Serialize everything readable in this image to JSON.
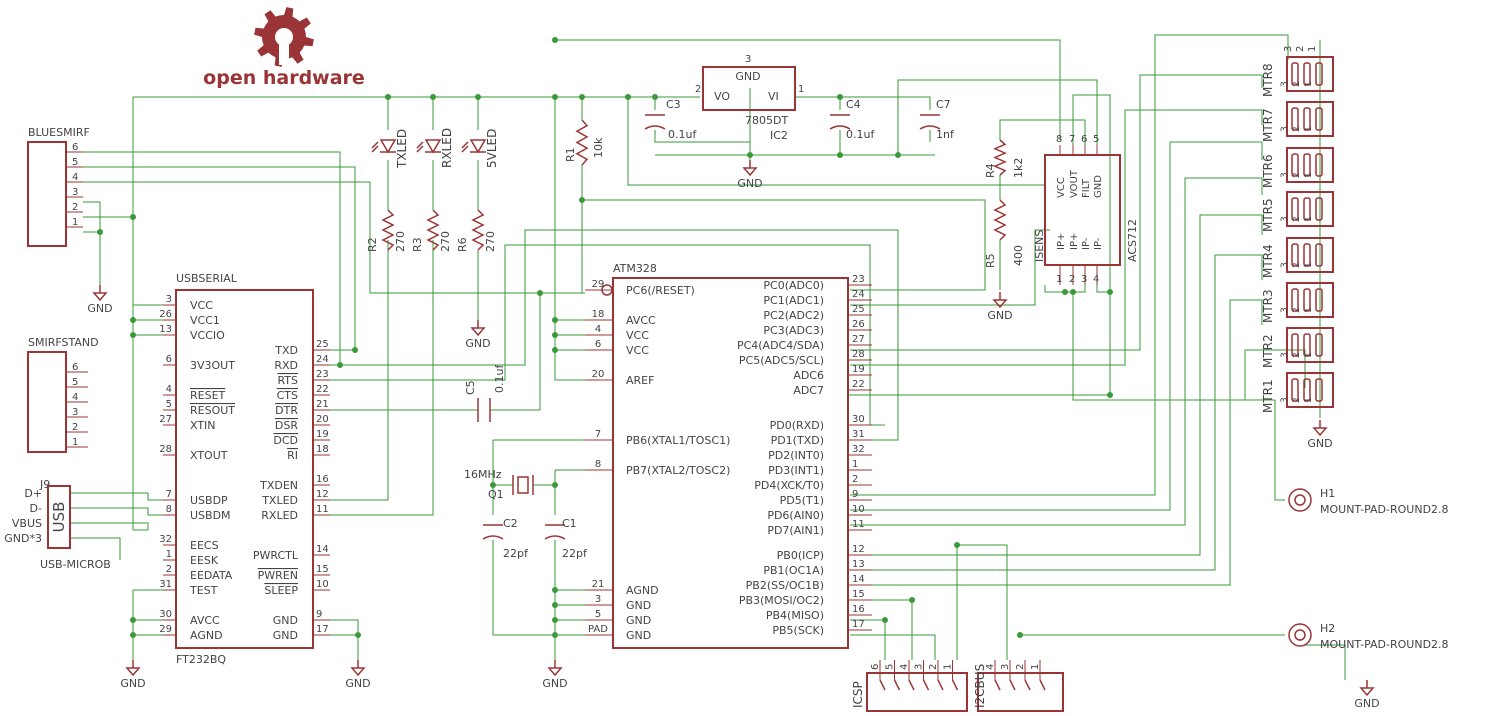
{
  "logo": {
    "text": "open hardware",
    "color": "#9b3436"
  },
  "colors": {
    "wire": "#3a9a3a",
    "part": "#9b3436",
    "text": "#444444"
  },
  "bluesmirf": {
    "name": "BLUESMIRF",
    "pins": [
      "6",
      "5",
      "4",
      "3",
      "2",
      "1"
    ]
  },
  "smirfstand": {
    "name": "SMIRFSTAND",
    "pins": [
      "6",
      "5",
      "4",
      "3",
      "2",
      "1"
    ]
  },
  "j9": {
    "name": "J9",
    "value": "USB-MICROB",
    "body": "USB",
    "pins": [
      "D+",
      "D-",
      "VBUS",
      "GND*3"
    ]
  },
  "ft232": {
    "name": "USBSERIAL",
    "value": "FT232BQ",
    "left": [
      [
        "3",
        "VCC"
      ],
      [
        "26",
        "VCC1"
      ],
      [
        "13",
        "VCCIO"
      ],
      [
        "6",
        "3V3OUT"
      ],
      [
        "4",
        "RESET"
      ],
      [
        "5",
        "RESOUT"
      ],
      [
        "27",
        "XTIN"
      ],
      [
        "28",
        "XTOUT"
      ],
      [
        "7",
        "USBDP"
      ],
      [
        "8",
        "USBDM"
      ],
      [
        "32",
        "EECS"
      ],
      [
        "1",
        "EESK"
      ],
      [
        "2",
        "EEDATA"
      ],
      [
        "31",
        "TEST"
      ],
      [
        "30",
        "AVCC"
      ],
      [
        "29",
        "AGND"
      ]
    ],
    "right": [
      [
        "25",
        "TXD"
      ],
      [
        "24",
        "RXD"
      ],
      [
        "23",
        "RTS"
      ],
      [
        "22",
        "CTS"
      ],
      [
        "21",
        "DTR"
      ],
      [
        "20",
        "DSR"
      ],
      [
        "19",
        "DCD"
      ],
      [
        "18",
        "RI"
      ],
      [
        "16",
        "TXDEN"
      ],
      [
        "12",
        "TXLED"
      ],
      [
        "11",
        "RXLED"
      ],
      [
        "14",
        "PWRCTL"
      ],
      [
        "15",
        "PWREN"
      ],
      [
        "10",
        "SLEEP"
      ],
      [
        "9",
        "GND"
      ],
      [
        "17",
        "GND"
      ]
    ]
  },
  "atm": {
    "name": "ATM328",
    "left": [
      [
        "29",
        "PC6(/RESET)"
      ],
      [
        "18",
        "AVCC"
      ],
      [
        "4",
        "VCC"
      ],
      [
        "6",
        "VCC"
      ],
      [
        "20",
        "AREF"
      ],
      [
        "7",
        "PB6(XTAL1/TOSC1)"
      ],
      [
        "8",
        "PB7(XTAL2/TOSC2)"
      ],
      [
        "21",
        "AGND"
      ],
      [
        "3",
        "GND"
      ],
      [
        "5",
        "GND"
      ],
      [
        "PAD",
        "GND"
      ]
    ],
    "right": [
      [
        "23",
        "PC0(ADC0)"
      ],
      [
        "24",
        "PC1(ADC1)"
      ],
      [
        "25",
        "PC2(ADC2)"
      ],
      [
        "26",
        "PC3(ADC3)"
      ],
      [
        "27",
        "PC4(ADC4/SDA)"
      ],
      [
        "28",
        "PC5(ADC5/SCL)"
      ],
      [
        "19",
        "ADC6"
      ],
      [
        "22",
        "ADC7"
      ],
      [
        "30",
        "PD0(RXD)"
      ],
      [
        "31",
        "PD1(TXD)"
      ],
      [
        "32",
        "PD2(INT0)"
      ],
      [
        "1",
        "PD3(INT1)"
      ],
      [
        "2",
        "PD4(XCK/T0)"
      ],
      [
        "9",
        "PD5(T1)"
      ],
      [
        "10",
        "PD6(AIN0)"
      ],
      [
        "11",
        "PD7(AIN1)"
      ],
      [
        "12",
        "PB0(ICP)"
      ],
      [
        "13",
        "PB1(OC1A)"
      ],
      [
        "14",
        "PB2(SS/OC1B)"
      ],
      [
        "15",
        "PB3(MOSI/OC2)"
      ],
      [
        "16",
        "PB4(MISO)"
      ],
      [
        "17",
        "PB5(SCK)"
      ]
    ]
  },
  "ic2": {
    "name": "IC2",
    "value": "7805DT",
    "gnd": "GND",
    "vo": "VO",
    "vi": "VI",
    "p3": "3",
    "p2": "2",
    "p1": "1"
  },
  "caps": [
    {
      "name": "C3",
      "value": "0.1uf"
    },
    {
      "name": "C4",
      "value": "0.1uf"
    },
    {
      "name": "C7",
      "value": "1nf"
    },
    {
      "name": "C5",
      "value": "0.1uf"
    },
    {
      "name": "C2",
      "value": "22pf"
    },
    {
      "name": "C1",
      "value": "22pf"
    }
  ],
  "leds": [
    {
      "name": "TXLED"
    },
    {
      "name": "RXLED"
    },
    {
      "name": "5VLED"
    }
  ],
  "resistors": [
    {
      "name": "R1",
      "value": "10k"
    },
    {
      "name": "R2",
      "value": "270"
    },
    {
      "name": "R3",
      "value": "270"
    },
    {
      "name": "R6",
      "value": "270"
    },
    {
      "name": "R4",
      "value": "1k2"
    },
    {
      "name": "R5",
      "value": "400"
    }
  ],
  "crystal": {
    "name": "Q1",
    "value": "16MHz"
  },
  "acs": {
    "name": "ISENS",
    "value": "ACS712",
    "top": [
      [
        "8",
        "VCC"
      ],
      [
        "7",
        "VOUT"
      ],
      [
        "6",
        "FILT"
      ],
      [
        "5",
        "GND"
      ]
    ],
    "bottom": [
      [
        "1",
        "IP+"
      ],
      [
        "2",
        "IP+"
      ],
      [
        "3",
        "IP-"
      ],
      [
        "4",
        "IP-"
      ]
    ]
  },
  "motors": [
    "MTR8",
    "MTR7",
    "MTR6",
    "MTR5",
    "MTR4",
    "MTR3",
    "MTR2",
    "MTR1"
  ],
  "motor_pins": [
    "3",
    "2",
    "1"
  ],
  "mounts": [
    {
      "name": "H1",
      "value": "MOUNT-PAD-ROUND2.8"
    },
    {
      "name": "H2",
      "value": "MOUNT-PAD-ROUND2.8"
    }
  ],
  "icsp": {
    "name": "ICSP",
    "pins": [
      "6",
      "5",
      "4",
      "3",
      "2",
      "1"
    ]
  },
  "i2cbus": {
    "name": "I2CBUS",
    "pins": [
      "4",
      "3",
      "2",
      "1"
    ]
  },
  "gnd_label": "GND"
}
